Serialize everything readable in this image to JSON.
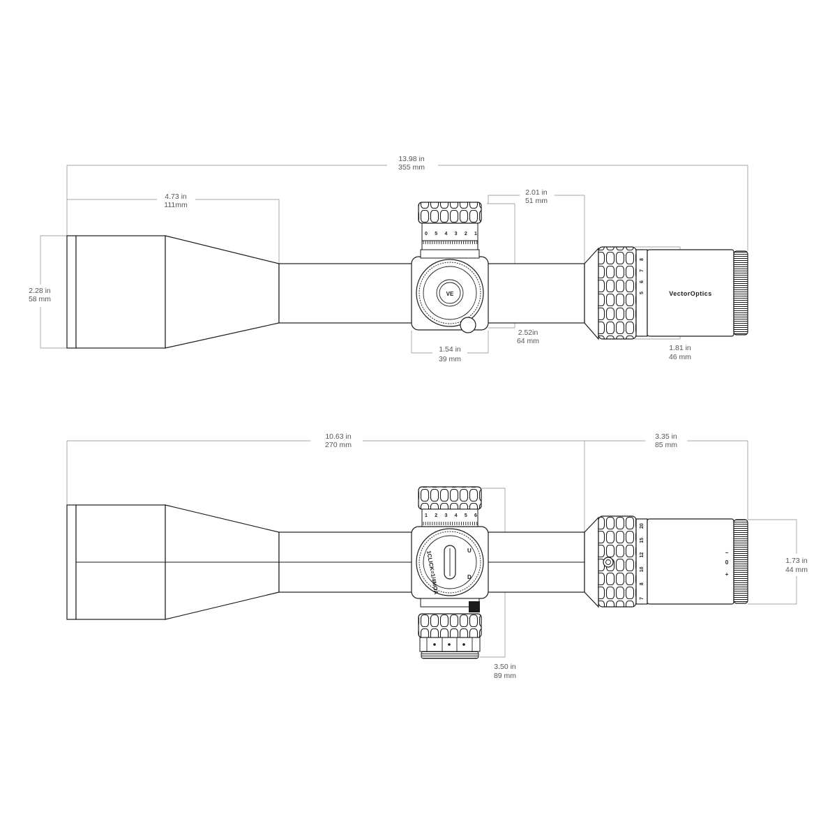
{
  "top_view": {
    "dims": {
      "overall": {
        "in": "13.98 in",
        "mm": "355 mm"
      },
      "objective_length": {
        "in": "4.73 in",
        "mm": "111mm"
      },
      "eyepiece_to_turret": {
        "in": "2.01 in",
        "mm": "51 mm"
      },
      "objective_dia": {
        "in": "2.28 in",
        "mm": "58 mm"
      },
      "turret_width": {
        "in": "1.54 in",
        "mm": "39 mm"
      },
      "turret_height": {
        "in": "2.52in",
        "mm": "64 mm"
      },
      "eyepiece_len": {
        "in": "1.81 in",
        "mm": "46 mm"
      }
    },
    "turret_scale": [
      "0",
      "5",
      "4",
      "3",
      "2",
      "1"
    ],
    "mag_ring_scale": [
      "8",
      "7",
      "6",
      "5"
    ],
    "brand": "VectorOptics",
    "logo": "VE"
  },
  "bottom_view": {
    "dims": {
      "overall": {
        "in": "10.63 in",
        "mm": "270 mm"
      },
      "eyepiece": {
        "in": "3.35 in",
        "mm": "85 mm"
      },
      "eyepiece_dia": {
        "in": "1.73 in",
        "mm": "44 mm"
      },
      "turret_height": {
        "in": "3.50 in",
        "mm": "89 mm"
      }
    },
    "turret_scale": [
      "1",
      "2",
      "3",
      "4",
      "5",
      "6"
    ],
    "mag_ring_scale": [
      "20",
      "15",
      "12",
      "10",
      "8",
      "7"
    ],
    "dial_text": "1CLICK=1/4MOA",
    "dial_u": "U",
    "dial_d": "D",
    "diopter": [
      "+",
      "0",
      "−"
    ]
  }
}
